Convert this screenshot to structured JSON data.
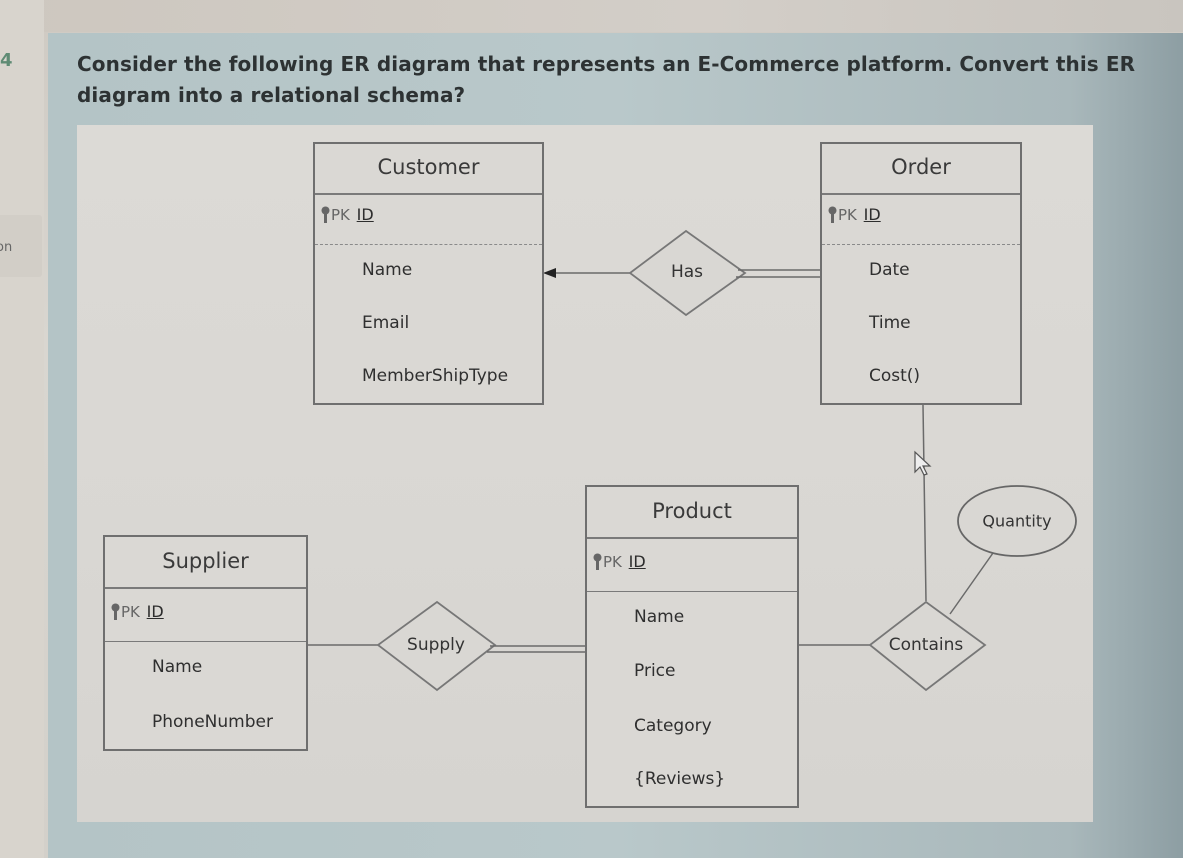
{
  "page": {
    "question_number": "4",
    "left_tab_label": "on",
    "question_text": "Consider the following ER diagram that represents an E-Commerce platform. Convert this ER diagram into a relational schema?"
  },
  "diagram": {
    "entities": {
      "customer": {
        "name": "Customer",
        "pk_label": "PK",
        "pk_attribute": "ID",
        "attributes": [
          "Name",
          "Email",
          "MemberShipType"
        ]
      },
      "order": {
        "name": "Order",
        "pk_label": "PK",
        "pk_attribute": "ID",
        "attributes": [
          "Date",
          "Time",
          "Cost()"
        ]
      },
      "product": {
        "name": "Product",
        "pk_label": "PK",
        "pk_attribute": "ID",
        "attributes": [
          "Name",
          "Price",
          "Category",
          "{Reviews}"
        ]
      },
      "supplier": {
        "name": "Supplier",
        "pk_label": "PK",
        "pk_attribute": "ID",
        "attributes": [
          "Name",
          "PhoneNumber"
        ]
      }
    },
    "relationships": {
      "has": {
        "name": "Has",
        "from": "Customer",
        "to": "Order",
        "customer_side": "arrow (one)",
        "order_side": "double line (total participation)"
      },
      "supply": {
        "name": "Supply",
        "from": "Supplier",
        "to": "Product",
        "supplier_side": "single line",
        "product_side": "double line (total participation)"
      },
      "contains": {
        "name": "Contains",
        "from": "Order",
        "to": "Product",
        "attributes": [
          "Quantity"
        ]
      }
    }
  }
}
